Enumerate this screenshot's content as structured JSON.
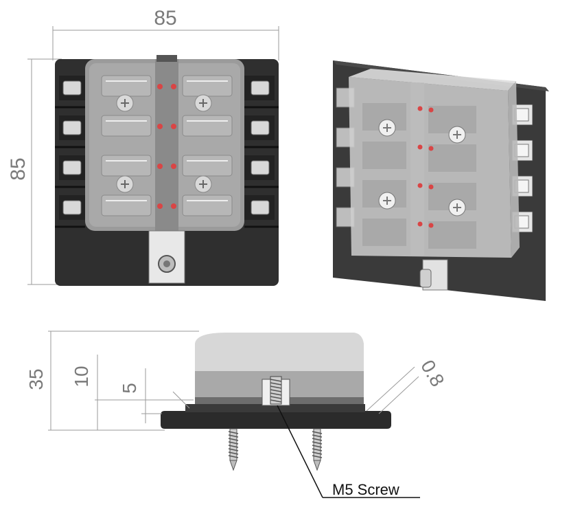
{
  "front_view": {
    "width_label": "85",
    "height_label": "85",
    "slot_count": 4,
    "fuse_count": 8
  },
  "side_view": {
    "height_label": "35",
    "mid_label": "10",
    "small_label": "5",
    "thickness_label": "0.8",
    "callout_label": "M5 Screw"
  },
  "colors": {
    "base": "#2f2f2f",
    "cover": "#9b9b9b",
    "cover_light": "#c9c9c9",
    "terminal": "#d8d8d8",
    "led": "#d94545",
    "dimension": "#8a8a8a"
  }
}
